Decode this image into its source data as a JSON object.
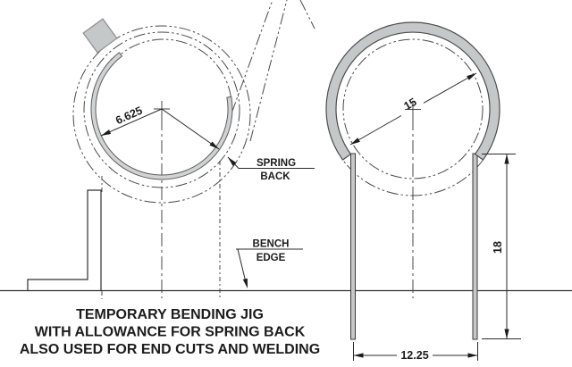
{
  "caption": {
    "line1": "TEMPORARY BENDING JIG",
    "line2": "WITH ALLOWANCE FOR SPRING BACK",
    "line3": "ALSO USED FOR END CUTS AND WELDING"
  },
  "labels": {
    "spring": "SPRING",
    "back": "BACK",
    "bench": "BENCH",
    "edge": "EDGE"
  },
  "dimensions": {
    "jig_radius": "6.625",
    "pipe_diameter": "15",
    "leg_height": "18",
    "leg_spacing": "12.25"
  },
  "colors": {
    "steel_fill": "#c5c8c8",
    "band_fill": "#d0d3d3",
    "outline": "#303030",
    "phantom_line": "#4a4a4a",
    "background": "#ffffff"
  }
}
